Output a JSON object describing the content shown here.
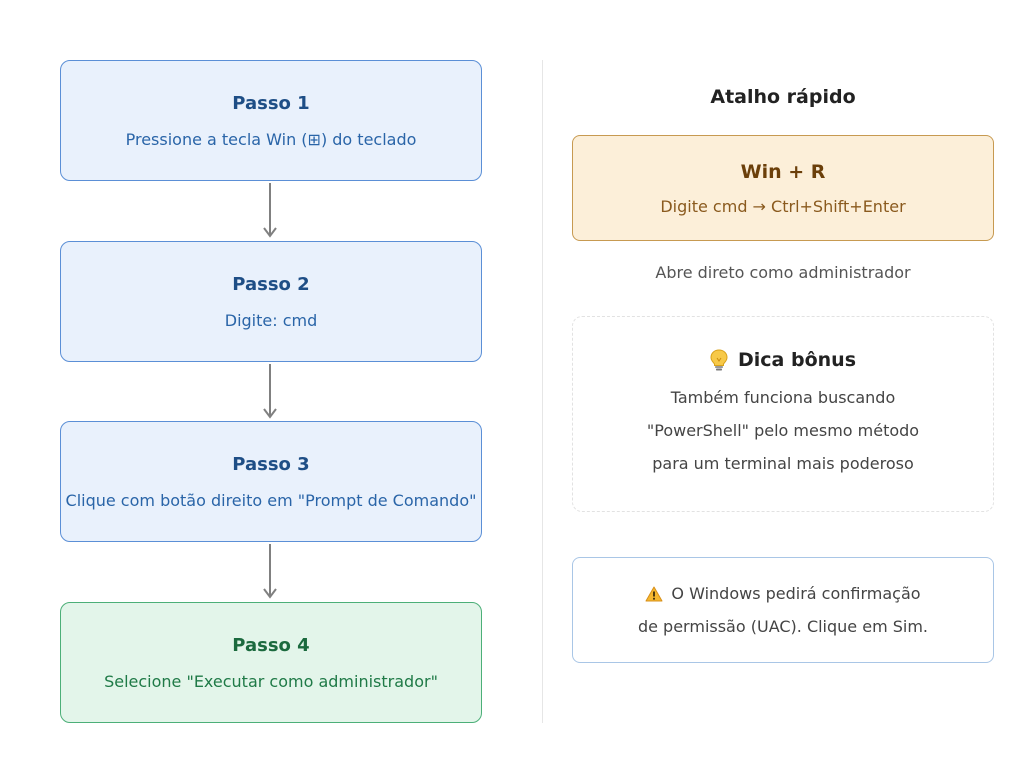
{
  "steps": [
    {
      "title": "Passo 1",
      "desc": "Pressione a tecla Win (⊞) do teclado"
    },
    {
      "title": "Passo 2",
      "desc": "Digite: cmd"
    },
    {
      "title": "Passo 3",
      "desc": "Clique com botão direito em \"Prompt de Comando\""
    },
    {
      "title": "Passo 4",
      "desc": "Selecione \"Executar como administrador\""
    }
  ],
  "shortcut": {
    "heading": "Atalho rápido",
    "keys": "Win + R",
    "sequence": "Digite cmd → Ctrl+Shift+Enter",
    "note": "Abre direto como administrador"
  },
  "tip": {
    "title": "Dica bônus",
    "icon": "lightbulb-icon",
    "lines": [
      "Também funciona buscando",
      "\"PowerShell\" pelo mesmo método",
      "para um terminal mais poderoso"
    ]
  },
  "warning": {
    "icon": "warning-icon",
    "lines": [
      "O Windows pedirá confirmação",
      "de permissão (UAC). Clique em Sim."
    ]
  },
  "colors": {
    "step_border": "#5b8fd6",
    "step_fill": "#e9f1fc",
    "final_border": "#4caf78",
    "final_fill": "#e3f5ea",
    "shortcut_fill": "#fcefd9",
    "shortcut_border": "#c79a51",
    "arrow": "#808080"
  }
}
